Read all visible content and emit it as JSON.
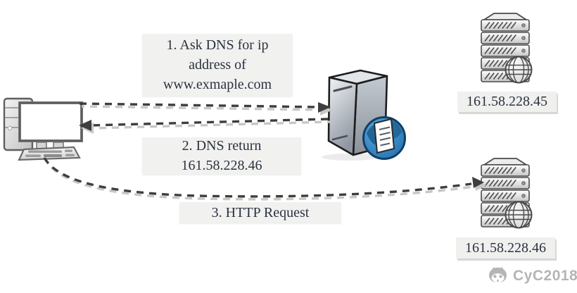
{
  "steps": [
    {
      "lines": [
        "1. Ask DNS for ip",
        "address of",
        "www.exmaple.com"
      ]
    },
    {
      "lines": [
        "2. DNS return",
        "161.58.228.46"
      ]
    },
    {
      "lines": [
        "3. HTTP Request"
      ]
    }
  ],
  "servers": [
    {
      "label": "161.58.228.45",
      "icon": "web-server-icon"
    },
    {
      "label": "161.58.228.46",
      "icon": "web-server-icon"
    }
  ],
  "nodes": {
    "client": {
      "icon": "desktop-computer-icon"
    },
    "dns": {
      "icon": "dns-server-icon"
    }
  },
  "watermark": {
    "text": "CyC2018",
    "icon": "octocat-icon"
  },
  "colors": {
    "background": "#ffffff",
    "label_bg": "#f1f1ef",
    "label_text": "#2b3240",
    "arrow_dark": "#3e3e3e",
    "arrow_light": "#c7c7c5",
    "dns_globe_blue": "#2e86c6",
    "watermark_gray": "#b5b5b5"
  }
}
